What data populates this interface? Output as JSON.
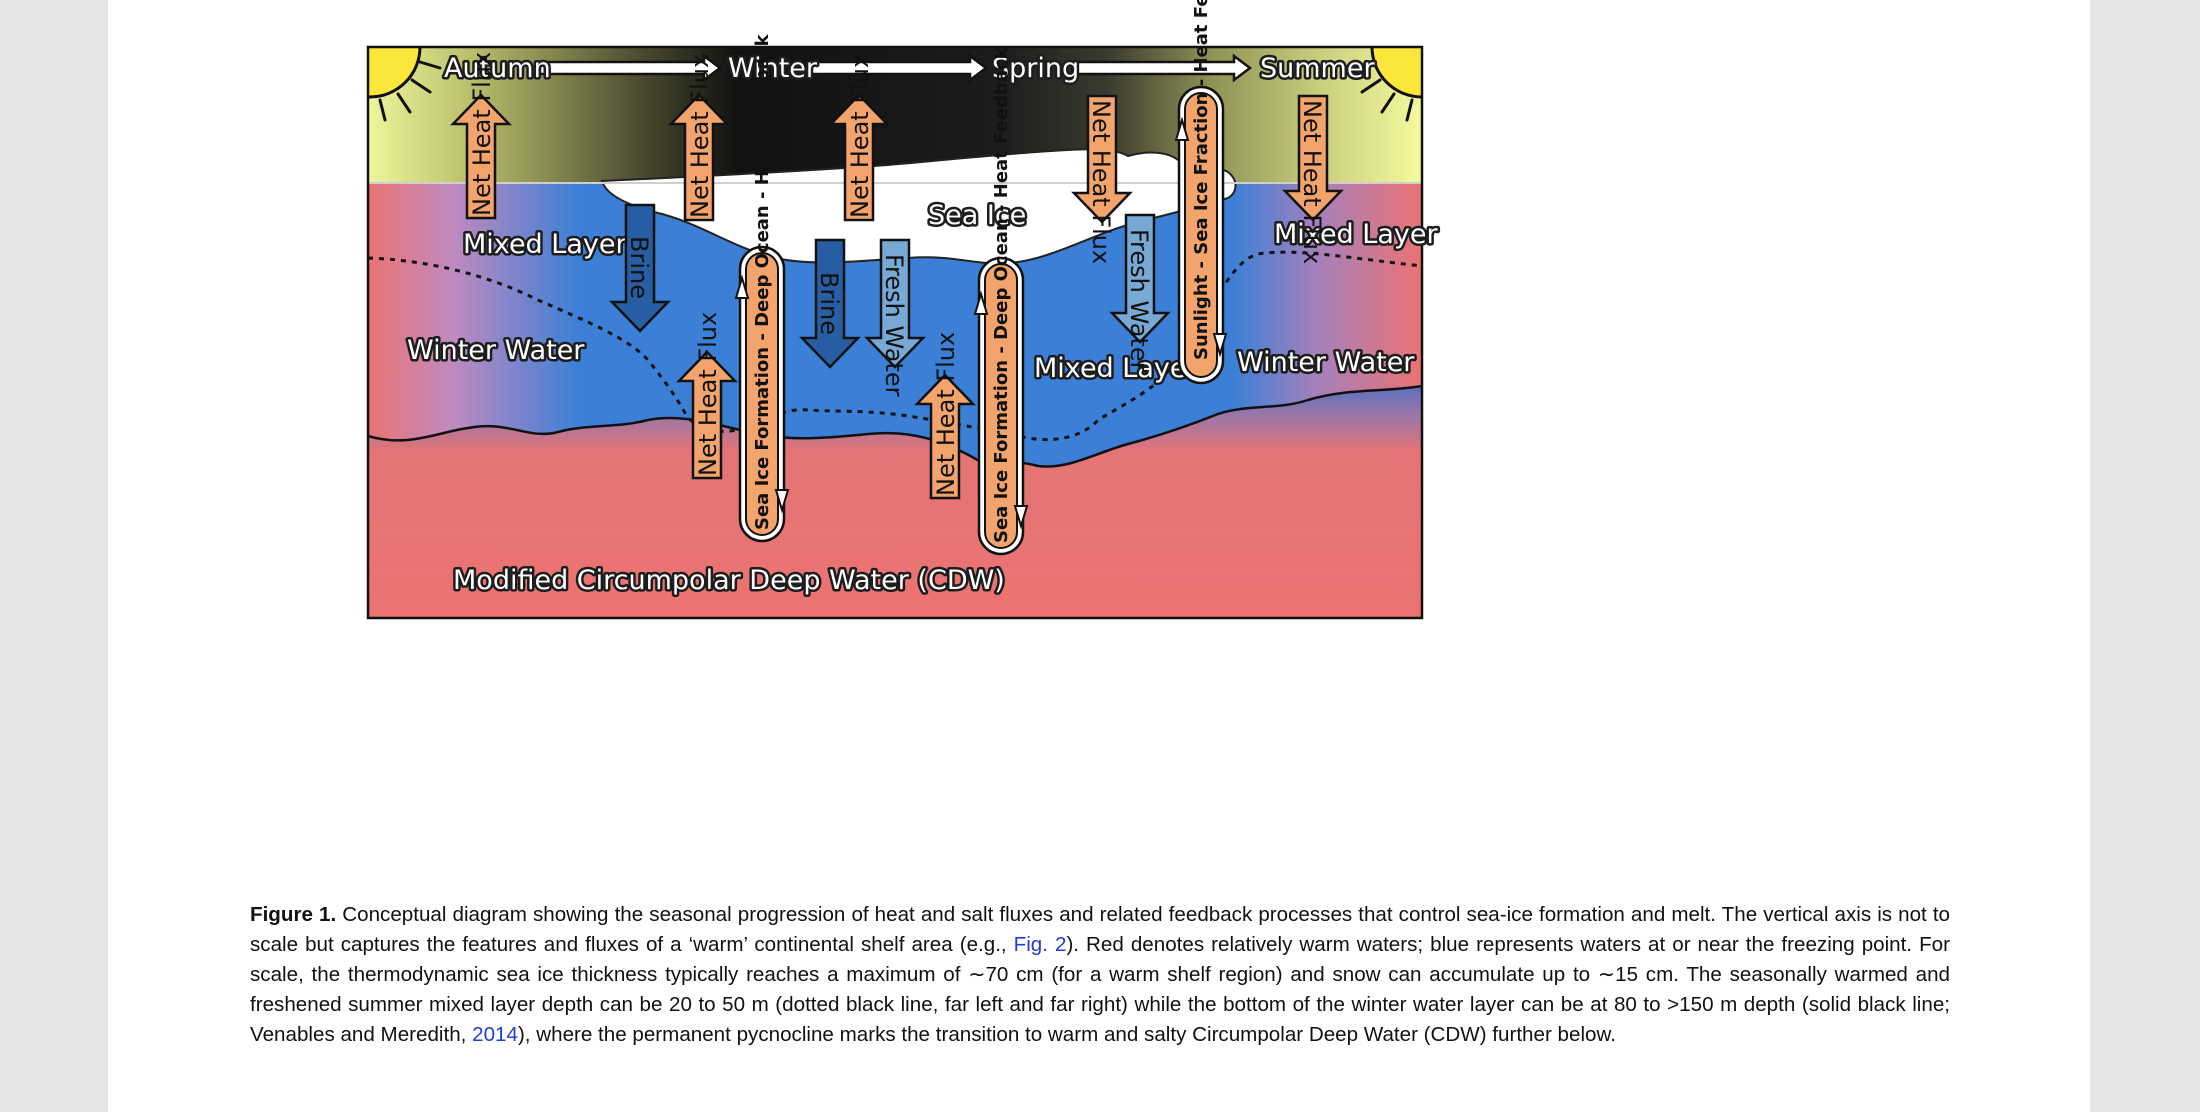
{
  "diagram": {
    "seasons": [
      "Autumn",
      "Winter",
      "Spring",
      "Summer"
    ],
    "labels": {
      "sea_ice": "Sea Ice",
      "mixed_layer_left": "Mixed Layer",
      "mixed_layer_right": "Mixed Layer",
      "mixed_layer_spring": "Mixed Layer",
      "winter_water_left": "Winter Water",
      "winter_water_right": "Winter Water",
      "cdw": "Modified Circumpolar Deep Water (CDW)"
    },
    "arrows": {
      "net_heat_flux": "Net Heat Flux",
      "brine": "Brine",
      "fresh_water": "Fresh Water"
    },
    "feedbacks": {
      "deep_ocean": "Sea Ice Formation - Deep Ocean - Heat Feedback",
      "sunlight": "Sunlight - Sea Ice Fraction - Heat Feedback"
    },
    "colors": {
      "warm": "#ec7572",
      "cold": "#3b80d6",
      "orange": "#f2a46c",
      "brine": "#275ea3",
      "fresh": "#78a9d4",
      "sky_light": "#f2f79c",
      "sky_dark": "#202020"
    }
  },
  "caption": {
    "label": "Figure 1.",
    "text_1": " Conceptual diagram showing the seasonal progression of heat and salt fluxes and related feedback processes that control sea-ice formation and melt. The vertical axis is not to scale but captures the features and fluxes of a ‘warm’ continental shelf area (e.g., ",
    "link_fig": "Fig. 2",
    "text_2": "). Red denotes relatively warm waters; blue represents waters at or near the freezing point. For scale, the thermodynamic sea ice thickness typically reaches a maximum of ∼70 cm (for a warm shelf region) and snow can accumulate up to ∼15 cm. The seasonally warmed and freshened summer mixed layer depth can be 20 to 50 m (dotted black line, far left and far right) while the bottom of the winter water layer can be at 80 to >150 m depth (solid black line; Venables and Meredith, ",
    "link_year": "2014",
    "text_3": "), where the permanent pycnocline marks the transition to warm and salty Circumpolar Deep Water (CDW) further below."
  }
}
